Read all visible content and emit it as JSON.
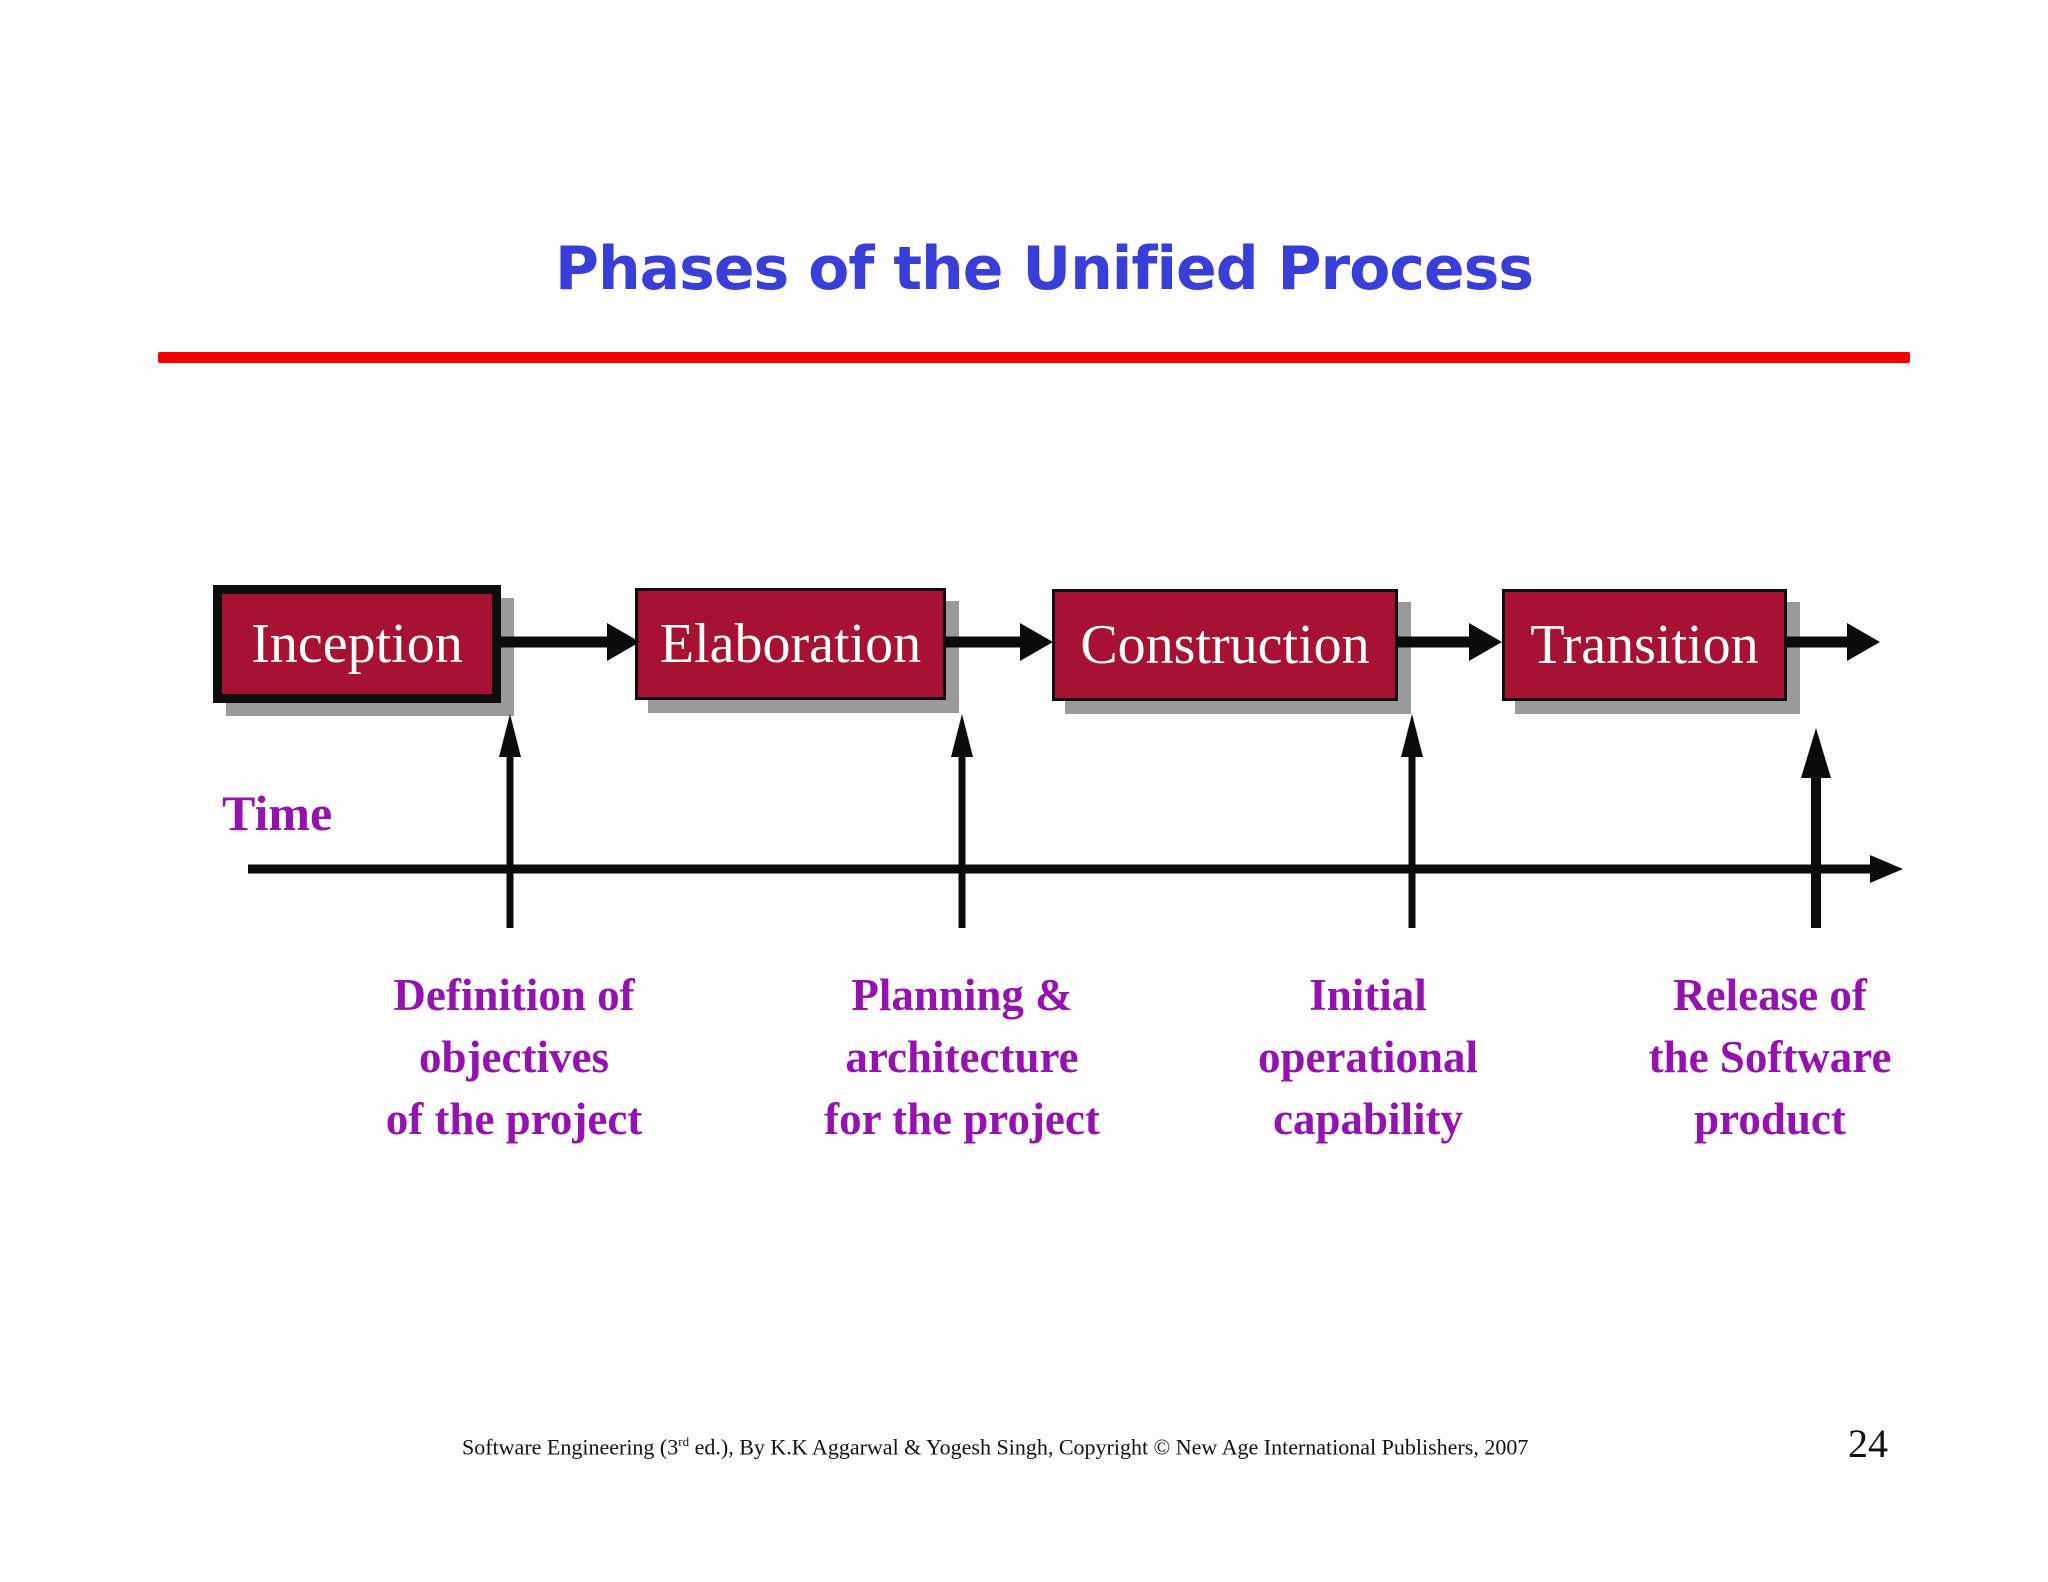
{
  "slide": {
    "title": "Phases of the Unified Process",
    "page_number": "24",
    "footer": {
      "prefix": "Software Engineering (3",
      "superscript": "rd",
      "suffix": " ed.), By K.K Aggarwal & Yogesh Singh, Copyright © New Age International Publishers, 2007"
    }
  },
  "diagram": {
    "type": "process-flow-with-timeline",
    "phases": [
      "Inception",
      "Elaboration",
      "Construction",
      "Transition"
    ],
    "time_label": "Time",
    "milestones": [
      {
        "lines": [
          "Definition of",
          "objectives",
          "of the project"
        ]
      },
      {
        "lines": [
          "Planning &",
          "architecture",
          "for the project"
        ]
      },
      {
        "lines": [
          "Initial",
          "operational",
          "capability"
        ]
      },
      {
        "lines": [
          "Release of",
          "the Software",
          "product"
        ]
      }
    ]
  },
  "colors": {
    "title_blue": "#3a3ed8",
    "rule_red": "#fa0000",
    "phase_box_fill": "#a81232",
    "phase_box_border": "#0d0d0d",
    "phase_box_text": "#ffffff",
    "shadow_gray": "#9a9a9a",
    "label_purple": "#9412b0",
    "arrow_black": "#0b0b0b"
  }
}
